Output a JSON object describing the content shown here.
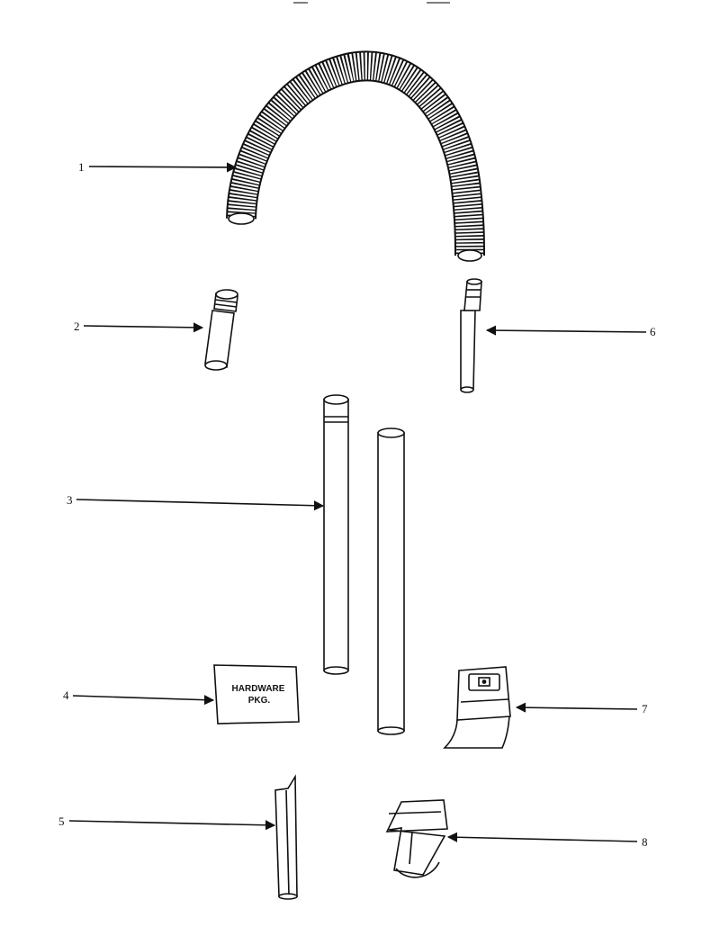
{
  "callouts": [
    "1",
    "2",
    "3",
    "4",
    "5",
    "6",
    "7",
    "8"
  ],
  "hardware_package": {
    "line1": "HARDWARE",
    "line2": "PKG."
  }
}
